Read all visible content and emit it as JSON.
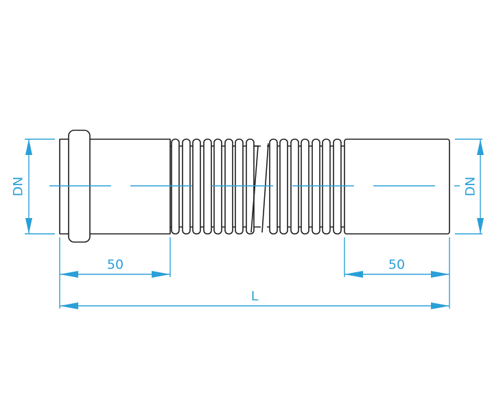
{
  "drawing": {
    "type": "technical-drawing",
    "subject": "flexible corrugated pipe with socket collar",
    "colors": {
      "outline": "#1a1a1a",
      "dimension": "#2a9fd8",
      "background": "#ffffff"
    }
  },
  "dimensions": {
    "diameter_left_label": "DN",
    "diameter_right_label": "DN",
    "left_socket_length_label": "50",
    "right_spigot_length_label": "50",
    "overall_length_label": "L"
  }
}
